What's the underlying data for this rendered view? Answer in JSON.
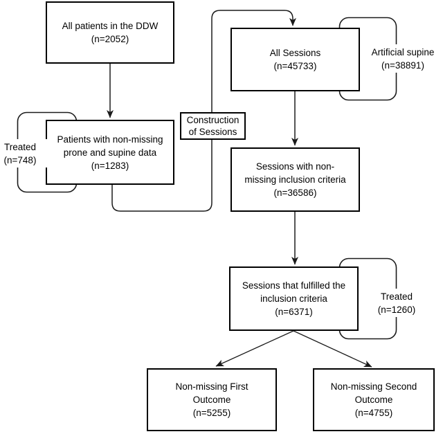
{
  "figure": {
    "type": "flowchart",
    "background_color": "#ffffff",
    "line_color": "#1a1a1a",
    "box_border_color": "#000000",
    "text_color": "#000000",
    "nodes": {
      "all_patients": {
        "label": "All patients in the DDW\n(n=2052)"
      },
      "all_sessions": {
        "label": "All Sessions\n(n=45733)"
      },
      "patients_prone_supine": {
        "label": "Patients with non-missing\nprone and supine data\n(n=1283)"
      },
      "construction_of_sessions": {
        "label": "Construction\nof Sessions"
      },
      "sessions_non_missing": {
        "label": "Sessions with non-\nmissing inclusion criteria\n(n=36586)"
      },
      "sessions_fulfilled": {
        "label": "Sessions that fulfilled the\ninclusion criteria\n(n=6371)"
      },
      "first_outcome": {
        "label": "Non-missing First\nOutcome\n(n=5255)"
      },
      "second_outcome": {
        "label": "Non-missing Second\nOutcome\n(n=4755)"
      }
    },
    "annotations": {
      "treated_patients": {
        "label": "Treated\n(n=748)",
        "attached_to": "patients_prone_supine",
        "side": "left"
      },
      "artificial_supine": {
        "label": "Artificial supine\n(n=38891)",
        "attached_to": "all_sessions",
        "side": "right"
      },
      "treated_sessions": {
        "label": "Treated\n(n=1260)",
        "attached_to": "sessions_fulfilled",
        "side": "right"
      }
    },
    "edges": [
      {
        "from": "all_patients",
        "to": "patients_prone_supine",
        "style": "straight-arrow"
      },
      {
        "from": "patients_prone_supine",
        "to": "all_sessions",
        "style": "elbow-arrow",
        "via": "construction_of_sessions"
      },
      {
        "from": "all_sessions",
        "to": "sessions_non_missing",
        "style": "straight-arrow"
      },
      {
        "from": "sessions_non_missing",
        "to": "sessions_fulfilled",
        "style": "straight-arrow"
      },
      {
        "from": "sessions_fulfilled",
        "to": "first_outcome",
        "style": "diagonal-arrow"
      },
      {
        "from": "sessions_fulfilled",
        "to": "second_outcome",
        "style": "diagonal-arrow"
      }
    ]
  }
}
